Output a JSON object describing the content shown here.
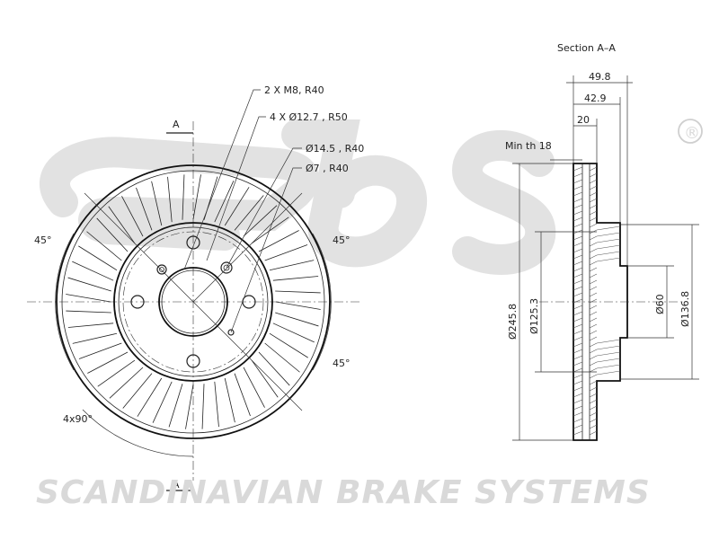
{
  "watermark": {
    "text": "SCANDINAVIAN BRAKE SYSTEMS",
    "registered_mark": "®",
    "color": "#d9d9d9"
  },
  "front_view": {
    "callouts": {
      "c1": "2 X M8, R40",
      "c2": "4 X Ø12.7 , R50",
      "c3": "Ø14.5 , R40",
      "c4": "Ø7 , R40"
    },
    "angles": {
      "left": "45°",
      "right_top": "45°",
      "right_bottom": "45°",
      "bottom": "4x90°"
    },
    "section_marks": {
      "top": "A",
      "bottom": "A"
    }
  },
  "section_view": {
    "title": "Section A–A",
    "dimensions": {
      "d_498": "49.8",
      "d_429": "42.9",
      "d_20": "20",
      "min_thickness": "Min th 18",
      "outer_diameter": "Ø245.8",
      "diameter_1253": "Ø125.3",
      "diameter_60": "Ø60",
      "diameter_1368": "Ø136.8"
    }
  }
}
